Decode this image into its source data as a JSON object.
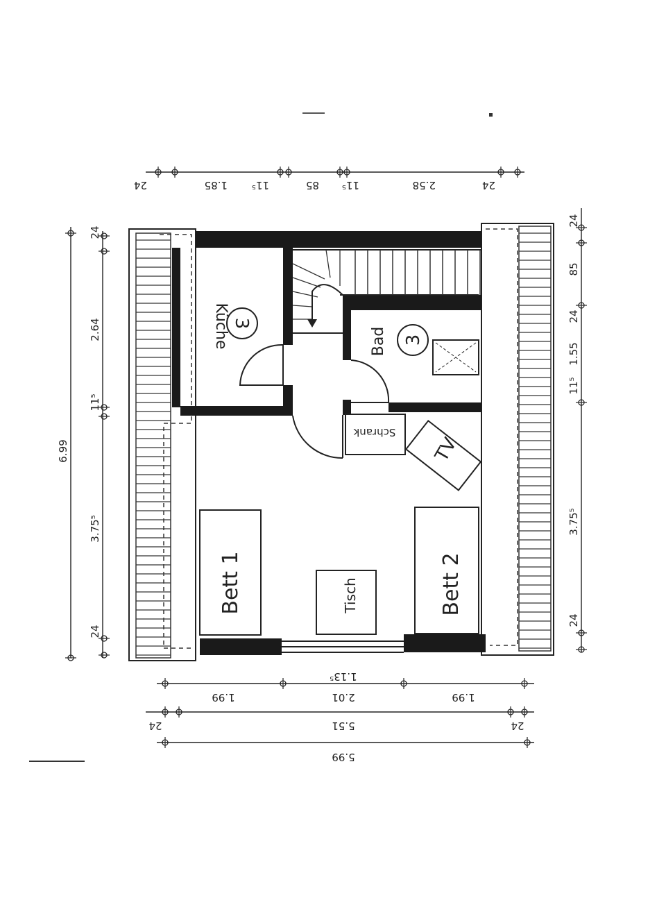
{
  "rooms": {
    "kitchen": {
      "label": "Küche",
      "number": "3"
    },
    "bath": {
      "label": "Bad",
      "number": "3"
    },
    "wardrobe": {
      "label": "Schrank"
    },
    "bed1": {
      "label": "Bett 1"
    },
    "bed2": {
      "label": "Bett 2"
    },
    "table": {
      "label": "Tisch"
    },
    "tv": {
      "label": "TV"
    }
  },
  "dimensions": {
    "top": [
      "24",
      "1.85",
      "11⁵",
      "85",
      "11⁵",
      "2.58",
      "24"
    ],
    "left_total": "6.99",
    "left": [
      "24",
      "2.64",
      "11⁵",
      "3.75⁵",
      "24"
    ],
    "right": [
      "24",
      "85",
      "24",
      "1.55",
      "11⁵",
      "3.75⁵",
      "24"
    ],
    "bottom_row1": [
      "1.99",
      "2.01",
      "1.13⁵",
      "1.99"
    ],
    "bottom_row2": [
      "24",
      "5.51",
      "24"
    ],
    "bottom_row3": "5.99"
  }
}
